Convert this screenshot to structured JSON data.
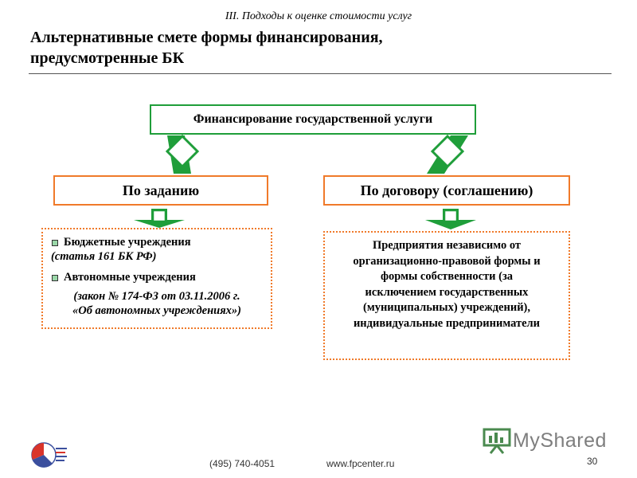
{
  "header": {
    "section": "III. Подходы к оценке стоимости услуг",
    "title_line1": "Альтернативные смете формы финансирования,",
    "title_line2": "предусмотренные БК"
  },
  "diagram": {
    "root": "Финансирование государственной услуги",
    "left_branch": {
      "label": "По заданию",
      "items": [
        {
          "text": "Бюджетные учреждения",
          "note": "(статья 161 БК РФ)"
        },
        {
          "text": "Автономные учреждения",
          "note_line1": "(закон № 174-ФЗ от 03.11.2006 г.",
          "note_line2": "«Об автономных учреждениях»)"
        }
      ]
    },
    "right_branch": {
      "label": "По договору (соглашению)",
      "text_lines": [
        "Предприятия независимо от",
        "организационно-правовой формы и",
        "формы собственности (за",
        "исключением государственных",
        "(муниципальных) учреждений),",
        "индивидуальные предприниматели"
      ]
    }
  },
  "footer": {
    "phone": "(495) 740-4051",
    "website": "www.fpcenter.ru",
    "page_number": "30",
    "brand": "MyShared"
  },
  "colors": {
    "green": "#1f9e3a",
    "orange": "#f07a2a",
    "logo_red": "#d9342b",
    "logo_blue": "#3b4f9e"
  }
}
